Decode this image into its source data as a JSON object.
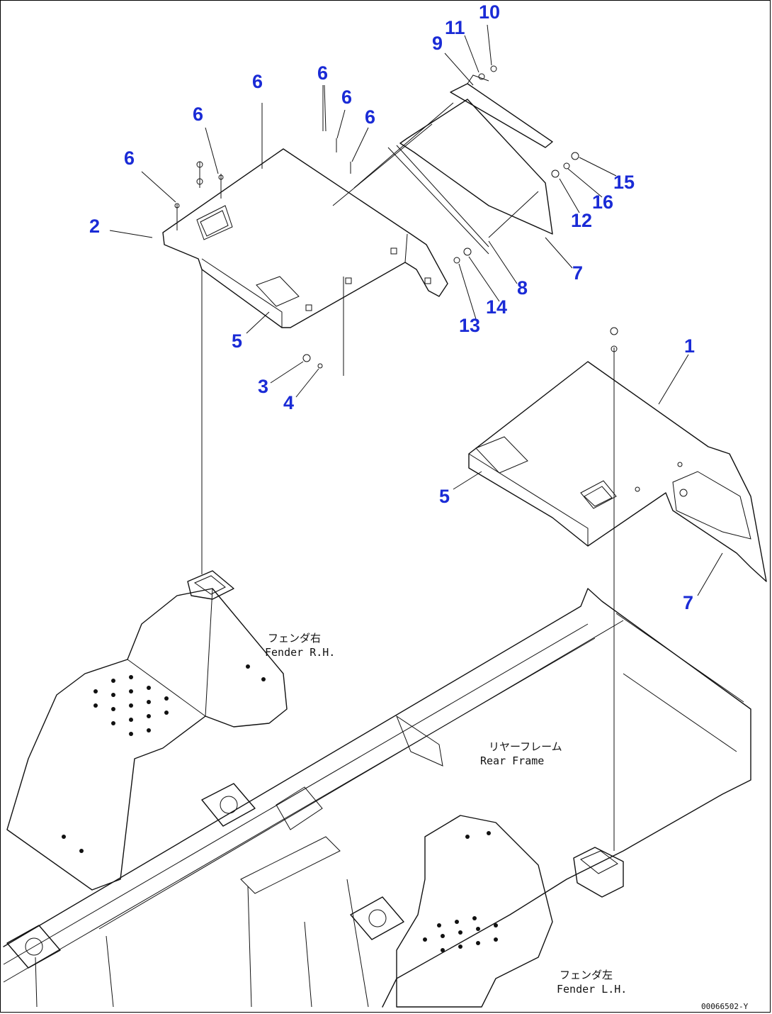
{
  "diagram": {
    "callouts": [
      {
        "id": "c10",
        "text": "10"
      },
      {
        "id": "c11",
        "text": "11"
      },
      {
        "id": "c9",
        "text": "9"
      },
      {
        "id": "c6a",
        "text": "6"
      },
      {
        "id": "c6b",
        "text": "6"
      },
      {
        "id": "c6c",
        "text": "6"
      },
      {
        "id": "c6d",
        "text": "6"
      },
      {
        "id": "c6e",
        "text": "6"
      },
      {
        "id": "c6f",
        "text": "6"
      },
      {
        "id": "c15",
        "text": "15"
      },
      {
        "id": "c16",
        "text": "16"
      },
      {
        "id": "c12",
        "text": "12"
      },
      {
        "id": "c2",
        "text": "2"
      },
      {
        "id": "c7a",
        "text": "7"
      },
      {
        "id": "c8",
        "text": "8"
      },
      {
        "id": "c14",
        "text": "14"
      },
      {
        "id": "c13",
        "text": "13"
      },
      {
        "id": "c5a",
        "text": "5"
      },
      {
        "id": "c3",
        "text": "3"
      },
      {
        "id": "c4",
        "text": "4"
      },
      {
        "id": "c1",
        "text": "1"
      },
      {
        "id": "c5b",
        "text": "5"
      },
      {
        "id": "c7b",
        "text": "7"
      }
    ],
    "captions": {
      "fender_rh_jp": "フェンダ右",
      "fender_rh_en": "Fender R.H.",
      "rear_frame_jp": "リヤーフレーム",
      "rear_frame_en": "Rear Frame",
      "fender_lh_jp": "フェンダ左",
      "fender_lh_en": "Fender L.H."
    },
    "drawing_code": "00066502-Y",
    "callout_color": "#1a2bd6"
  }
}
